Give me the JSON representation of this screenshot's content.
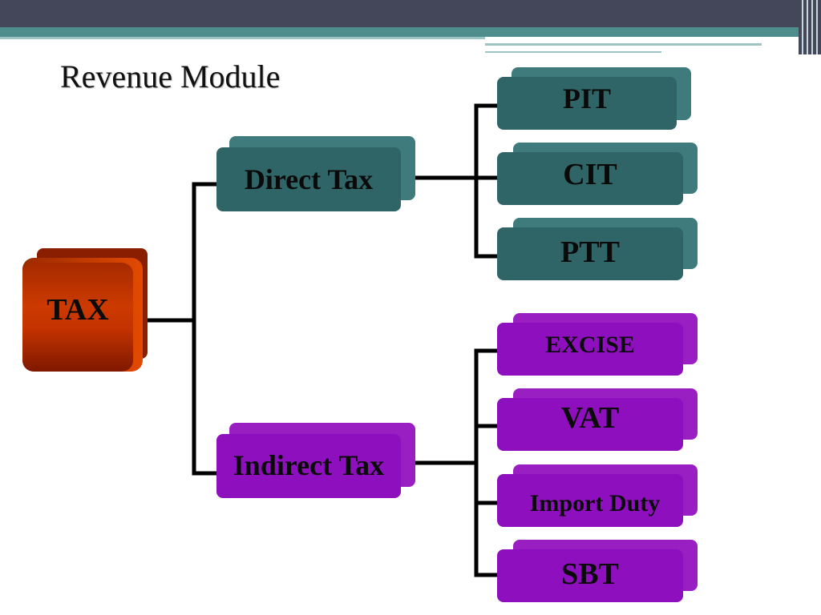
{
  "slide": {
    "title": "Revenue Module"
  },
  "diagram": {
    "root": {
      "label": "TAX",
      "color": "#c43300"
    },
    "branches": [
      {
        "label": "Direct Tax",
        "color": "#2f6567",
        "children": [
          "PIT",
          "CIT",
          "PTT"
        ]
      },
      {
        "label": "Indirect Tax",
        "color": "#8e0fbe",
        "children": [
          "EXCISE",
          "VAT",
          "Import Duty",
          "SBT"
        ]
      }
    ]
  }
}
